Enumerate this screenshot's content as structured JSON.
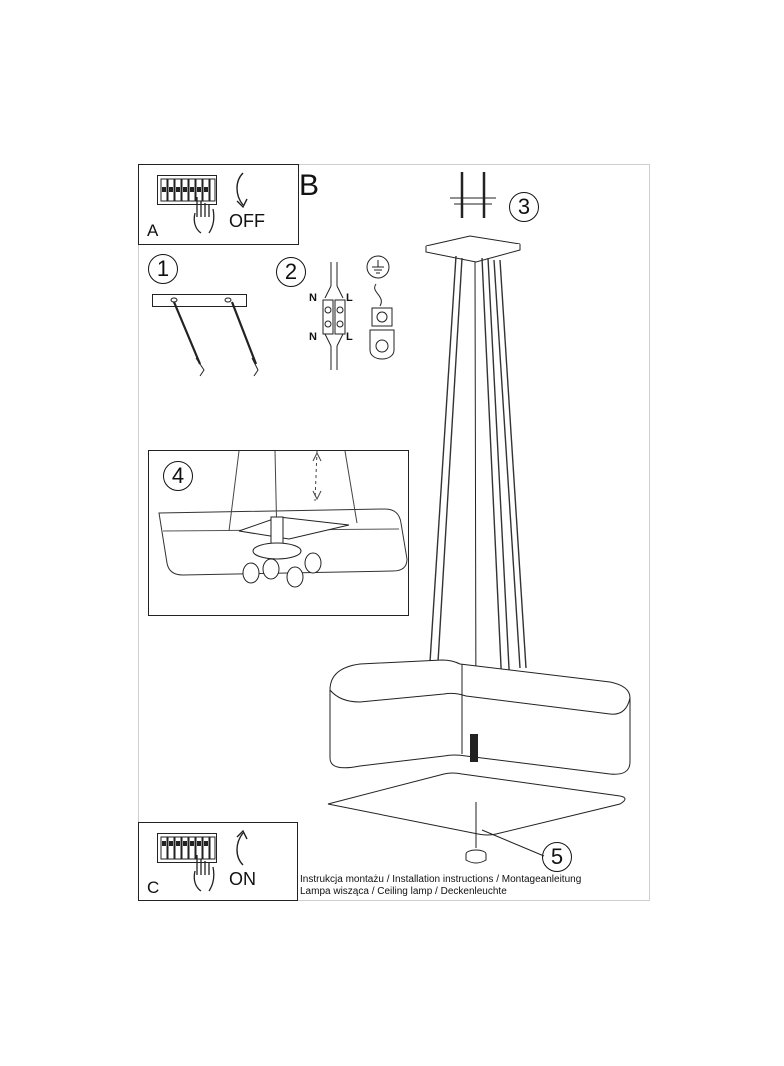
{
  "section_letters": {
    "a": "A",
    "b": "B",
    "c": "C"
  },
  "switch_states": {
    "off": "OFF",
    "on": "ON"
  },
  "steps": [
    "1",
    "2",
    "3",
    "4",
    "5"
  ],
  "wiring_labels": {
    "neutral": "N",
    "live": "L"
  },
  "captions": [
    "Instrukcja montażu / Installation instructions / Montageanleitung",
    "Lampa wisząca / Ceiling lamp / Deckenleuchte"
  ],
  "icons": [
    "circuit-breaker-icon",
    "hand-icon",
    "curved-arrow-icon",
    "ground-symbol-icon",
    "terminal-block-icon",
    "screw-icon"
  ]
}
